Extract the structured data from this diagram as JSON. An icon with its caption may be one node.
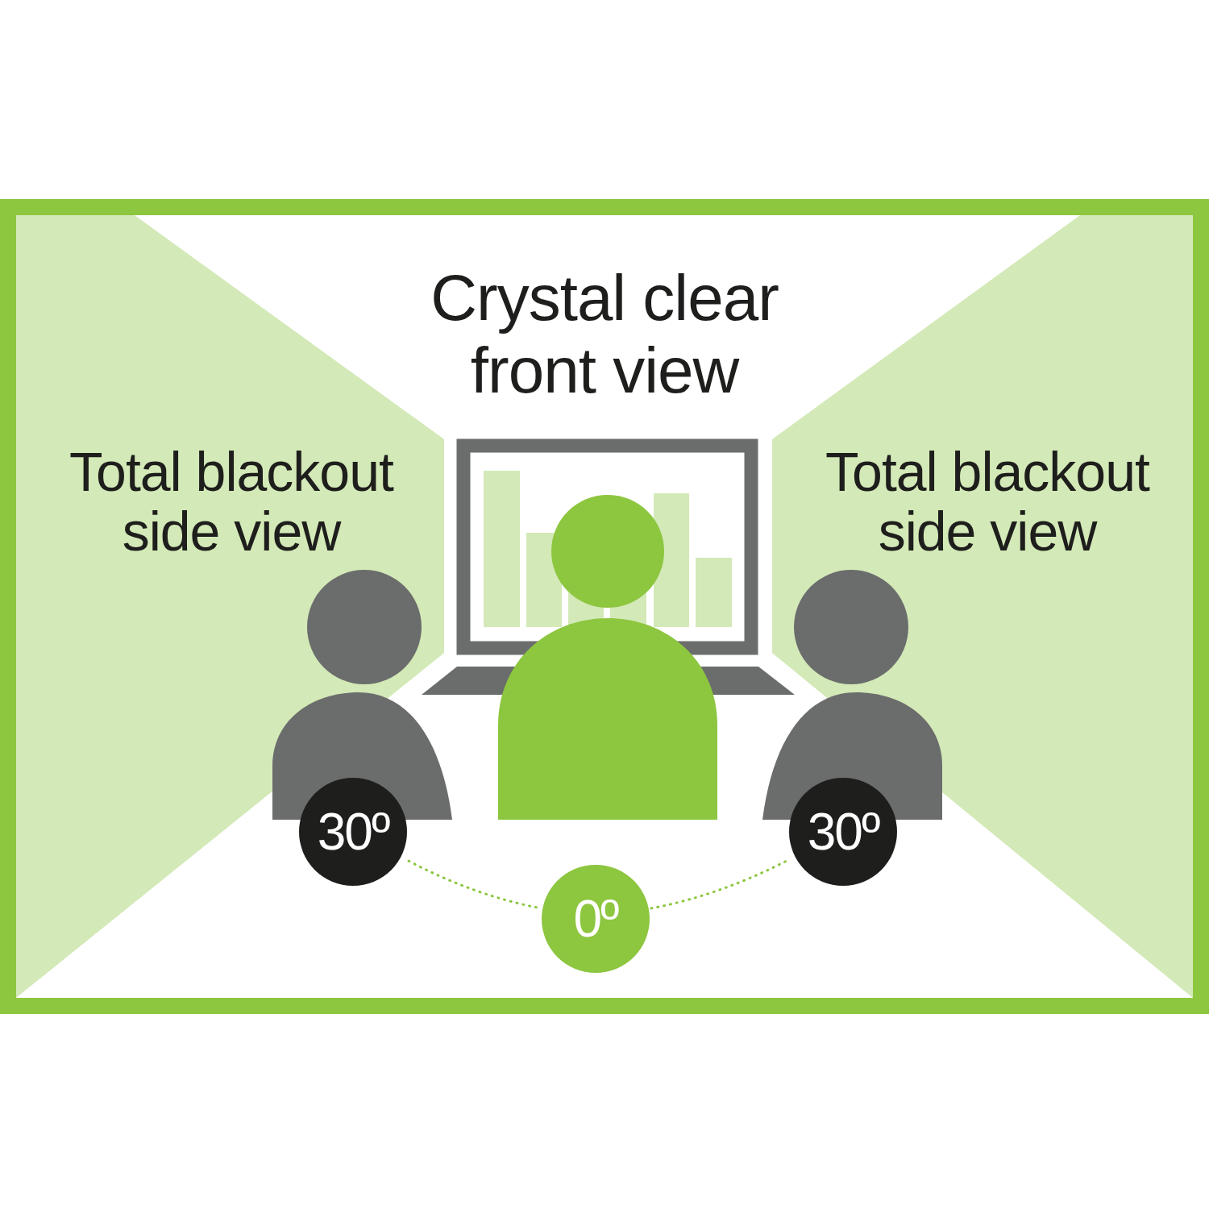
{
  "diagram": {
    "nodes": [
      {
        "text": [
          "30º"
        ]
      },
      {
        "text": [
          "0º"
        ]
      },
      {
        "text": [
          "30º"
        ]
      }
    ],
    "edges": [
      {
        "from": 0,
        "to": 1,
        "arrow": "none",
        "style": "dashed"
      },
      {
        "from": 1,
        "to": 2,
        "arrow": "none",
        "style": "dashed"
      }
    ],
    "labels": [
      "Crystal clear front view",
      "Total blackout side view",
      "Total blackout side view"
    ]
  }
}
